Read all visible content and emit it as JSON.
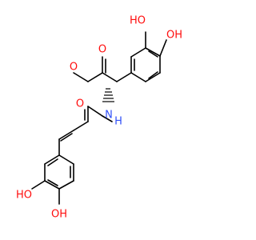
{
  "molecule": {
    "atoms": [
      {
        "id": "o_ring1_para",
        "label": "HO",
        "color": "#ff0d0d"
      },
      {
        "id": "o_ring1_meta",
        "label": "OH",
        "color": "#ff0d0d"
      },
      {
        "id": "o_ester_dbl",
        "label": "O",
        "color": "#ff0d0d"
      },
      {
        "id": "o_ester_sgl",
        "label": "O",
        "color": "#ff0d0d"
      },
      {
        "id": "o_amide",
        "label": "O",
        "color": "#ff0d0d"
      },
      {
        "id": "n_amide",
        "label": "H",
        "color": "#3050f8"
      },
      {
        "id": "n_amide_atom",
        "label": "N",
        "color": "#3050f8"
      },
      {
        "id": "o_ring2_meta",
        "label": "HO",
        "color": "#ff0d0d"
      },
      {
        "id": "o_ring2_para",
        "label": "OH",
        "color": "#ff0d0d"
      }
    ],
    "bond_color": "#000000"
  }
}
